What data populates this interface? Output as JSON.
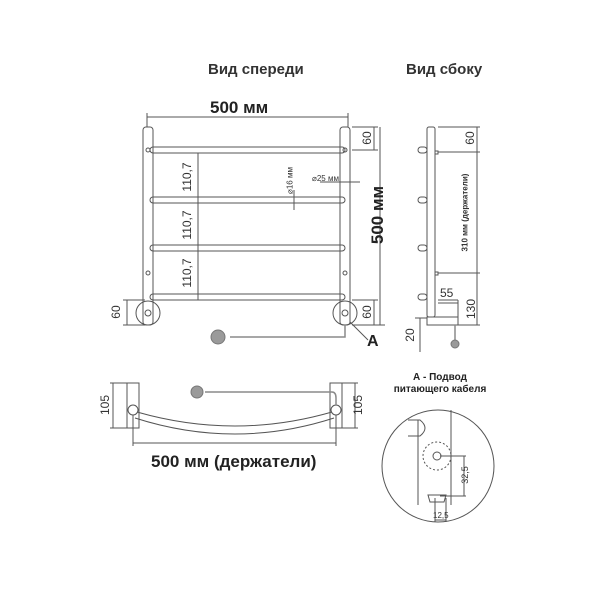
{
  "titles": {
    "front_view": "Вид спереди",
    "side_view": "Вид сбоку"
  },
  "front_view": {
    "width_label": "500 мм",
    "height_label": "500 мм",
    "top_offset": "60",
    "bottom_offset_left": "60",
    "bottom_offset_right": "60",
    "spacings": [
      "110,7",
      "110,7",
      "110,7"
    ],
    "rung_diameter": "⌀16 мм",
    "post_diameter": "⌀25 мм",
    "callout_label": "A"
  },
  "side_view": {
    "top_offset": "60",
    "holders_distance": "310 мм (держатели)",
    "depth": "55",
    "bottom_height": "130",
    "base_offset": "20"
  },
  "top_view": {
    "depth_left": "105",
    "depth_right": "105",
    "width_label": "500 мм (держатели)"
  },
  "detail_a": {
    "title_line1": "А - Подвод",
    "title_line2": "питающего кабеля",
    "vertical_dim": "32,5",
    "horizontal_dim": "12,5"
  },
  "colors": {
    "line": "#555555",
    "cable": "#8a8a8a",
    "text": "#2b2b2b"
  }
}
